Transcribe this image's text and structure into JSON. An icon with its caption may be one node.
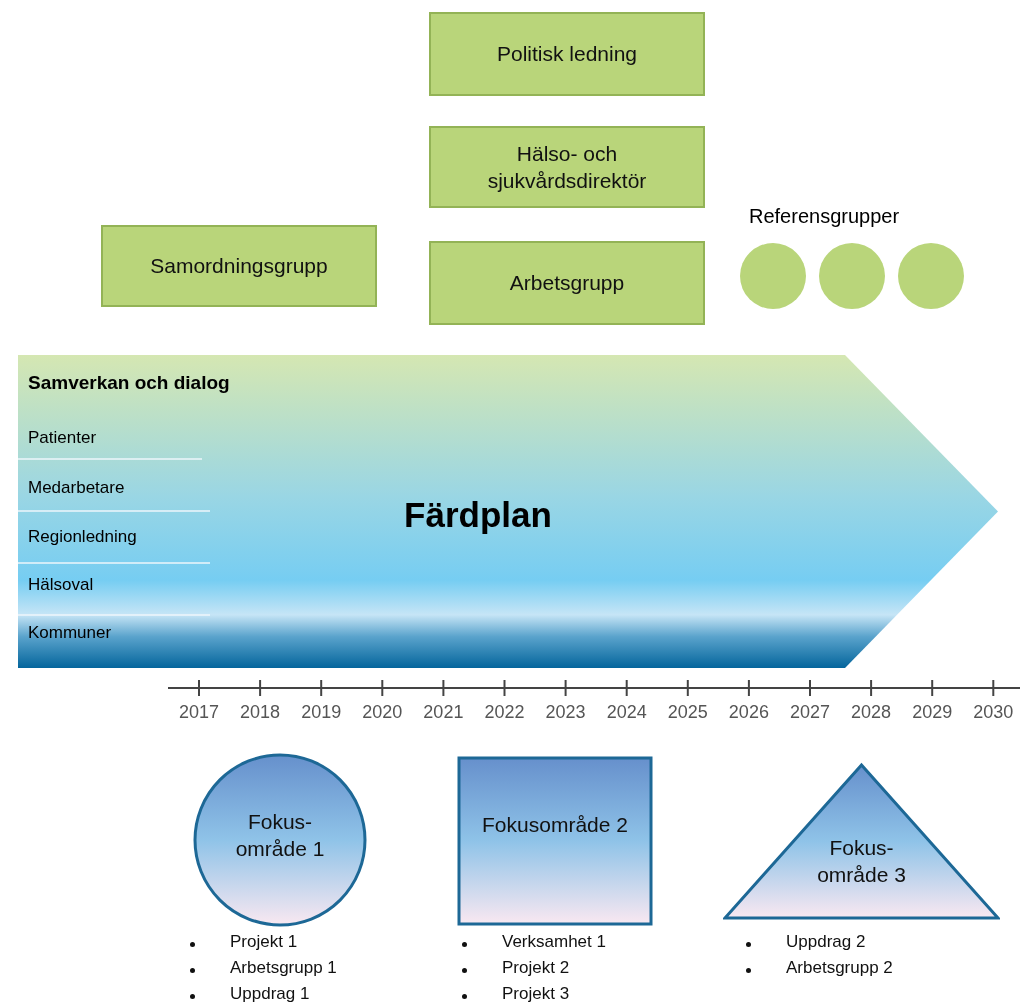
{
  "diagram": {
    "nodes": [
      {
        "text": [
          "Politisk ledning"
        ]
      },
      {
        "text": [
          "Hälso- och sjukvårdsdirektör"
        ]
      },
      {
        "text": [
          "Samordningsgrupp"
        ]
      },
      {
        "text": [
          "Arbetsgrupp"
        ]
      },
      {
        "text": [],
        "shape": "circle"
      },
      {
        "text": [],
        "shape": "circle"
      },
      {
        "text": [],
        "shape": "circle"
      },
      {
        "text": [
          "Samverkan och dialog",
          "Patienter",
          "Medarbetare",
          "Regionledning",
          "Hälsoval",
          "Kommuner",
          "Färdplan"
        ]
      },
      {
        "text": [
          "Fokus- område 1"
        ],
        "beside": [
          "Projekt 1",
          "Arbetsgrupp 1",
          "Uppdrag 1"
        ]
      },
      {
        "text": [
          "Fokusområde 2"
        ],
        "beside": [
          "Verksamhet 1",
          "Projekt 2",
          "Projekt 3"
        ]
      },
      {
        "text": [
          "Fokus- område 3"
        ],
        "beside": [
          "Uppdrag 2",
          "Arbetsgrupp 2"
        ]
      }
    ],
    "labels": [
      "Referensgrupper",
      "2017",
      "2018",
      "2019",
      "2020",
      "2021",
      "2022",
      "2023",
      "2024",
      "2025",
      "2026",
      "2027",
      "2028",
      "2029",
      "2030"
    ]
  }
}
